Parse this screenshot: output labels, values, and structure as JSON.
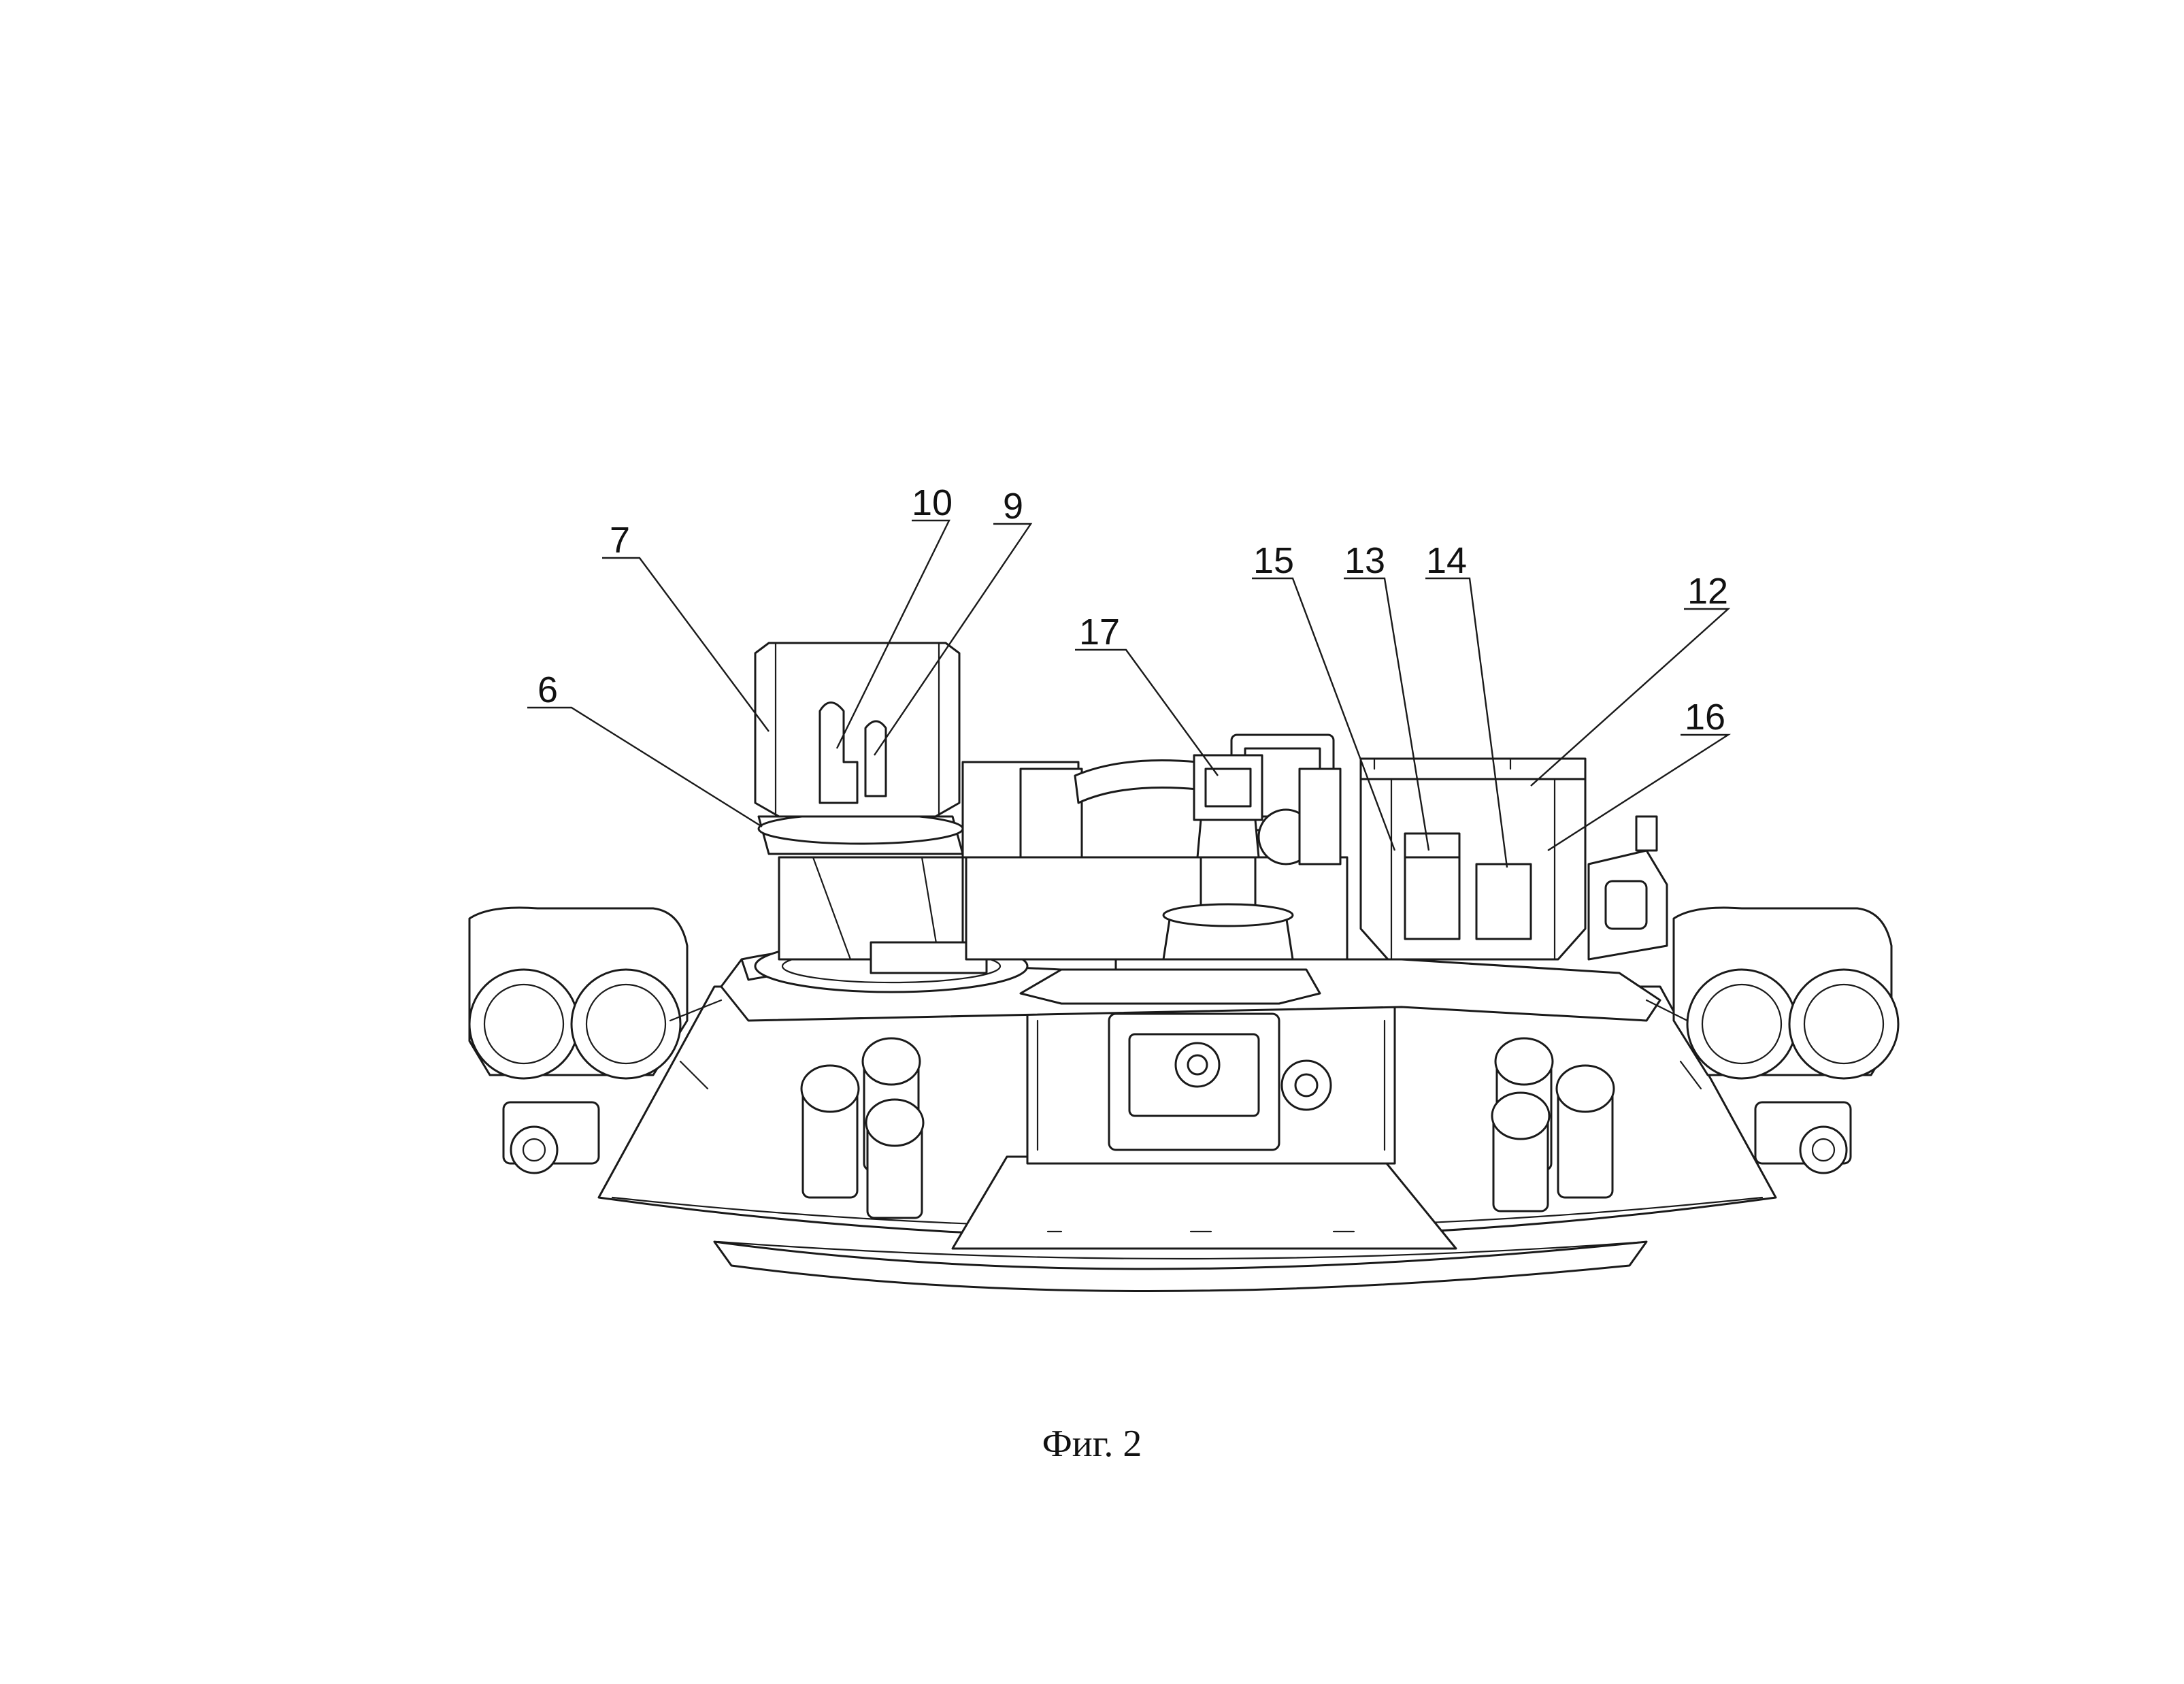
{
  "caption": "Фиг. 2",
  "callouts": {
    "c6": "6",
    "c7": "7",
    "c9": "9",
    "c10": "10",
    "c12": "12",
    "c13": "13",
    "c14": "14",
    "c15": "15",
    "c16": "16",
    "c17": "17"
  }
}
